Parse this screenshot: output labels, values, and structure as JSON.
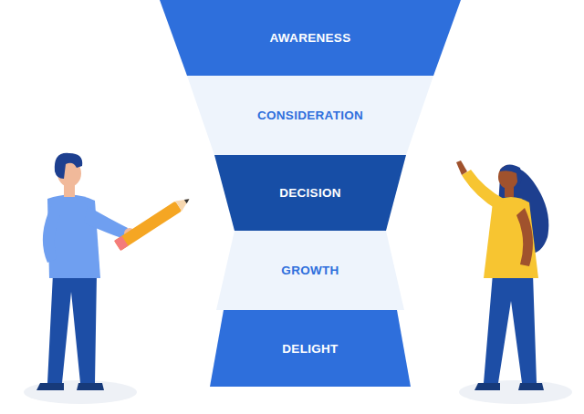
{
  "diagram": {
    "nodes": [
      {
        "text": [
          "AWARENESS"
        ]
      },
      {
        "text": [
          "CONSIDERATION"
        ]
      },
      {
        "text": [
          "DECISION"
        ]
      },
      {
        "text": [
          "GROWTH"
        ]
      },
      {
        "text": [
          "DELIGHT"
        ]
      }
    ]
  }
}
